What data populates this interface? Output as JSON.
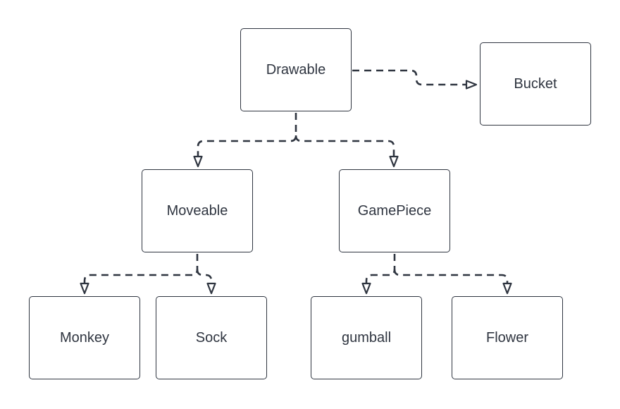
{
  "diagram": {
    "nodes": {
      "drawable": {
        "label": "Drawable"
      },
      "bucket": {
        "label": "Bucket"
      },
      "moveable": {
        "label": "Moveable"
      },
      "gamepiece": {
        "label": "GamePiece"
      },
      "monkey": {
        "label": "Monkey"
      },
      "sock": {
        "label": "Sock"
      },
      "gumball": {
        "label": "gumball"
      },
      "flower": {
        "label": "Flower"
      }
    },
    "edges": [
      {
        "from": "drawable",
        "to": "bucket",
        "style": "dashed"
      },
      {
        "from": "drawable",
        "to": "moveable",
        "style": "dashed"
      },
      {
        "from": "drawable",
        "to": "gamepiece",
        "style": "dashed"
      },
      {
        "from": "moveable",
        "to": "monkey",
        "style": "dashed"
      },
      {
        "from": "moveable",
        "to": "sock",
        "style": "dashed"
      },
      {
        "from": "gamepiece",
        "to": "gumball",
        "style": "dashed"
      },
      {
        "from": "gamepiece",
        "to": "flower",
        "style": "dashed"
      }
    ],
    "colors": {
      "stroke": "#2f3540",
      "text": "#2f3540",
      "background": "#ffffff"
    }
  }
}
